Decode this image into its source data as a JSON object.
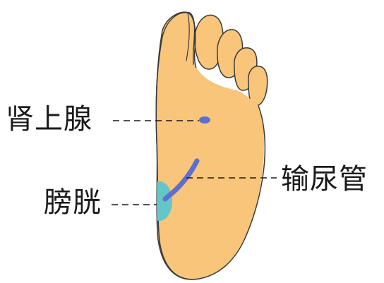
{
  "labels": {
    "adrenal": "肾上腺",
    "bladder": "膀胱",
    "ureter": "输尿管"
  },
  "colors": {
    "foot_fill": "#F8C57A",
    "foot_outline": "#3a3a3a",
    "adrenal_point": "#5D6FD0",
    "ureter_line": "#5D6FD0",
    "bladder_zone": "#63C6C9",
    "leader_line": "#1a1a1a"
  },
  "icons": {
    "foot": "foot-sole-icon"
  }
}
